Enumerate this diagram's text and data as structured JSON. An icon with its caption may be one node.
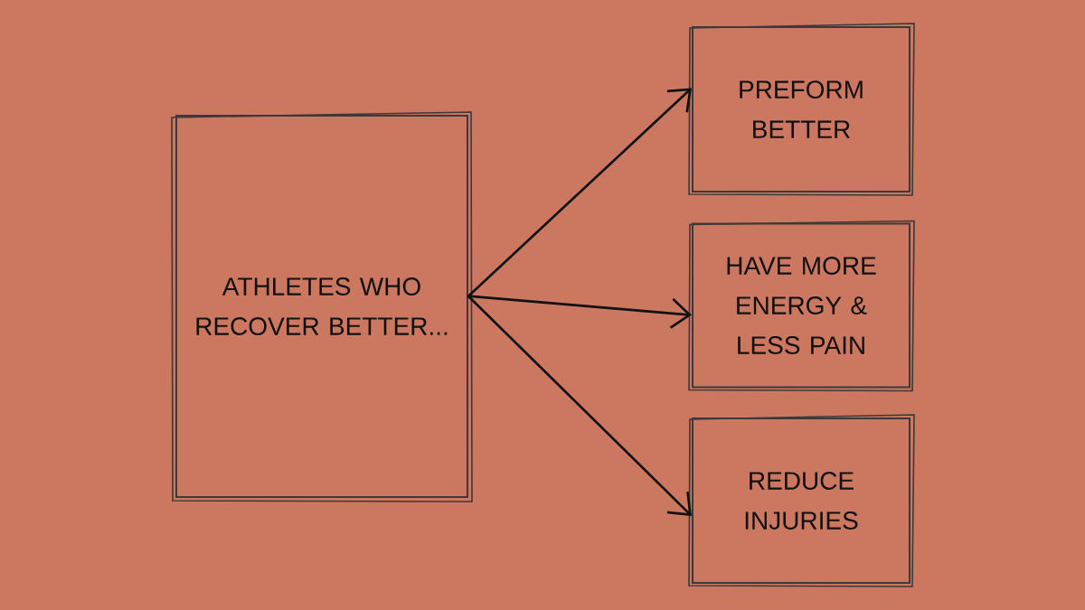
{
  "diagram": {
    "nodes": [
      {
        "text": [
          "ATHLETES WHO RECOVER BETTER..."
        ]
      },
      {
        "text": [
          "PREFORM BETTER"
        ]
      },
      {
        "text": [
          "HAVE MORE ENERGY & LESS PAIN"
        ]
      },
      {
        "text": [
          "REDUCE INJURIES"
        ]
      }
    ],
    "edges": [
      {
        "from": 0,
        "to": 1,
        "arrow": "to"
      },
      {
        "from": 0,
        "to": 2,
        "arrow": "to"
      },
      {
        "from": 0,
        "to": 3,
        "arrow": "to"
      }
    ]
  }
}
